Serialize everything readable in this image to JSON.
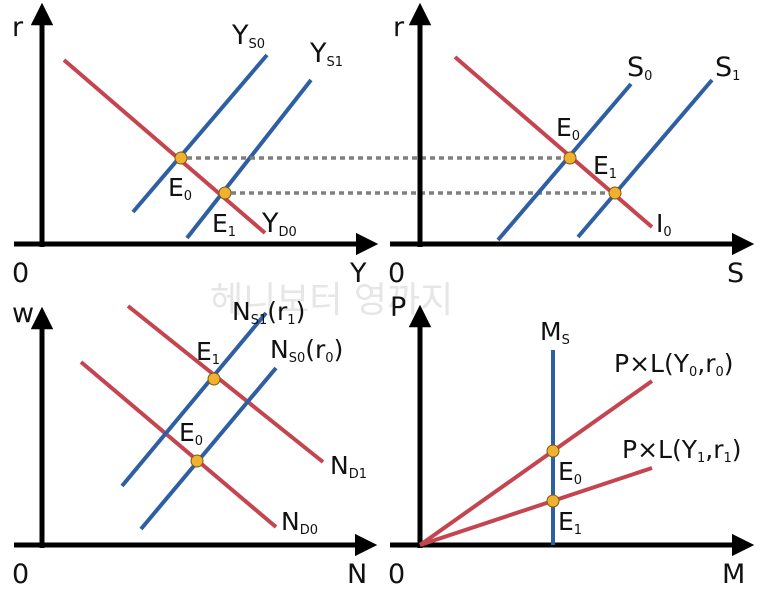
{
  "colors": {
    "axis": "#000000",
    "supply_line": "#2e5fa3",
    "demand_line": "#c4454f",
    "equilibrium_point": "#f0b030",
    "guide_line": "#7f7f7f",
    "watermark": "#e6e6e6"
  },
  "watermark": "헤니보터 영까지",
  "panels": {
    "goods_market": {
      "y_axis": "r",
      "x_axis": "Y",
      "origin": "0",
      "supply0": {
        "main": "Y",
        "sub": "S0"
      },
      "supply1": {
        "main": "Y",
        "sub": "S1"
      },
      "demand0": {
        "main": "Y",
        "sub": "D0"
      },
      "point0": {
        "main": "E",
        "sub": "0"
      },
      "point1": {
        "main": "E",
        "sub": "1"
      }
    },
    "loanable_funds": {
      "y_axis": "r",
      "x_axis": "S",
      "origin": "0",
      "supply0": {
        "main": "S",
        "sub": "0"
      },
      "supply1": {
        "main": "S",
        "sub": "1"
      },
      "demand0": {
        "main": "I",
        "sub": "0"
      },
      "point0": {
        "main": "E",
        "sub": "0"
      },
      "point1": {
        "main": "E",
        "sub": "1"
      }
    },
    "labor_market": {
      "y_axis": "w",
      "x_axis": "N",
      "origin": "0",
      "supply1": {
        "main": "N",
        "sub": "S1",
        "tail": "(r",
        "tail_sub": "1",
        "close": ")"
      },
      "supply0": {
        "main": "N",
        "sub": "S0",
        "tail": "(r",
        "tail_sub": "0",
        "close": ")"
      },
      "demand1": {
        "main": "N",
        "sub": "D1"
      },
      "demand0": {
        "main": "N",
        "sub": "D0"
      },
      "point1": {
        "main": "E",
        "sub": "1"
      },
      "point0": {
        "main": "E",
        "sub": "0"
      }
    },
    "money_market": {
      "y_axis": "P",
      "x_axis": "M",
      "origin": "0",
      "money_supply": {
        "main": "M",
        "sub": "S"
      },
      "demand0": {
        "p1": "P×L(Y",
        "s1": "0",
        "p2": ",r",
        "s2": "0",
        "p3": ")"
      },
      "demand1": {
        "p1": "P×L(Y",
        "s1": "1",
        "p2": ",r",
        "s2": "1",
        "p3": ")"
      },
      "point0": {
        "main": "E",
        "sub": "0"
      },
      "point1": {
        "main": "E",
        "sub": "1"
      }
    }
  }
}
